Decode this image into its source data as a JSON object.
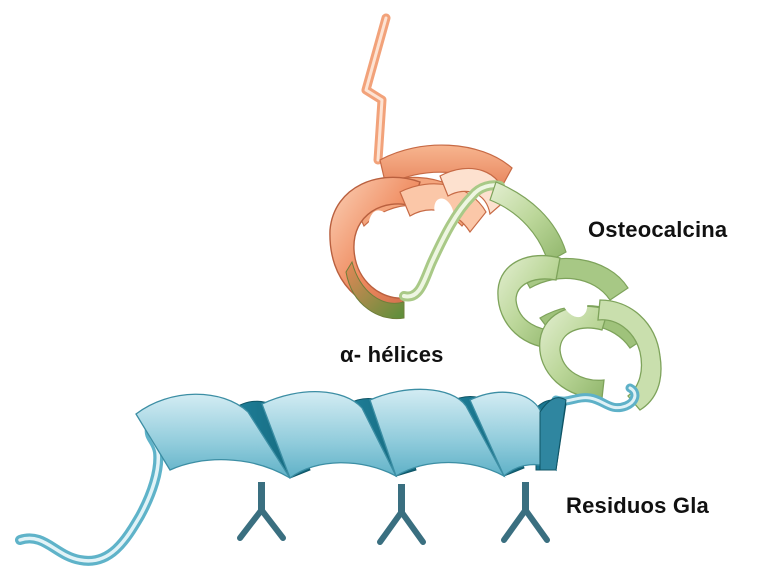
{
  "labels": {
    "osteocalcina": "Osteocalcina",
    "helices": "α- hélices",
    "gla": "Residuos Gla"
  },
  "colors": {
    "orange_helix": "#ef8a5e",
    "orange_light": "#f9c9ad",
    "green_helix": "#bcd79a",
    "green_dark": "#93b86f",
    "blue_helix": "#2a8ea8",
    "blue_light": "#a9d7e4",
    "gla_stalk": "#3a6f80"
  },
  "icons": [
    "protein-ribbon",
    "gla-residue-y-shape"
  ]
}
